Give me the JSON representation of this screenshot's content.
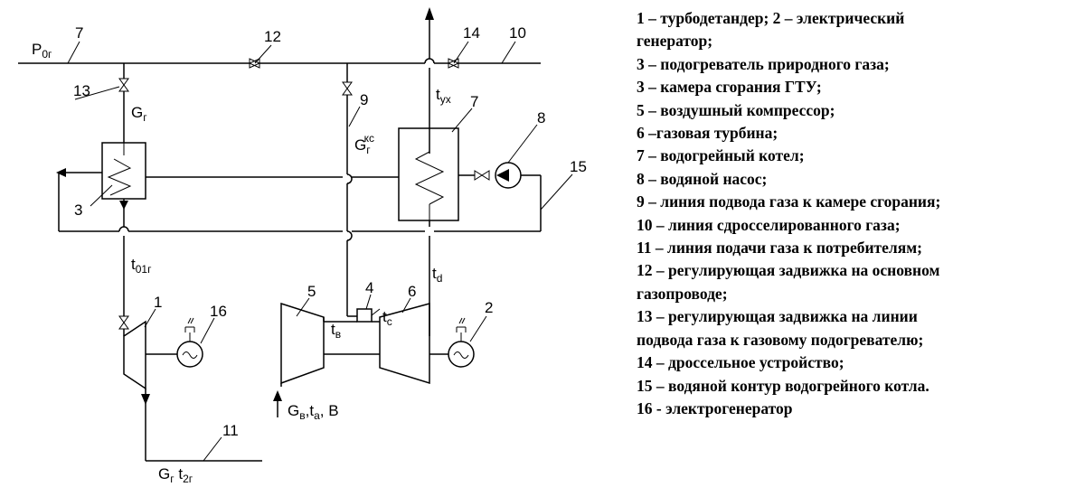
{
  "diagram": {
    "labels": {
      "p0g_main": "P",
      "p0g_sub": "0г",
      "n7_top": "7",
      "n12": "12",
      "n14": "14",
      "n10": "10",
      "n13": "13",
      "gg_main": "G",
      "gg_sub": "г",
      "n9": "9",
      "ggks_main": "G",
      "ggks_sub": "г",
      "ggks_sup": "кс",
      "tyx_main": "t",
      "tyx_sub": "ух",
      "n7_boiler": "7",
      "n8": "8",
      "n15": "15",
      "n3": "3",
      "t01g_main": "t",
      "t01g_sub": "01г",
      "td_main": "t",
      "td_sub": "d",
      "n1": "1",
      "n16": "16",
      "n5": "5",
      "n4": "4",
      "n6": "6",
      "n2": "2",
      "tv_main": "t",
      "tv_sub": "в",
      "tc_main": "t",
      "tc_sub": "с",
      "air_g": "G",
      "air_g_sub": "в",
      "air_t": ",t",
      "air_t_sub": "a",
      "air_b": ", B",
      "n11": "11",
      "out_g": "G",
      "out_g_sub": "г",
      "out_t": " t",
      "out_t_sub": "2г"
    }
  },
  "legend": {
    "lines": [
      "1 – турбодетандер; 2 – электрический",
      "генератор;",
      "3 – подогреватель природного газа;",
      "3 – камера сгорания ГТУ;",
      "5 – воздушный компрессор;",
      "6 –газовая турбина;",
      "7 – водогрейный котел;",
      "8 – водяной насос;",
      "9 – линия подвода газа к камере сгорания;",
      "10 – линия сдросселированного газа;",
      "11 – линия подачи газа к потребителям;",
      "12 – регулирующая задвижка на основном",
      "газопроводе;",
      "13 – регулирующая задвижка на линии",
      "подвода газа к газовому подогревателю;",
      "14 – дроссельное устройство;",
      "15 – водяной контур водогрейного котла.",
      "16 - электрогенератор"
    ]
  }
}
